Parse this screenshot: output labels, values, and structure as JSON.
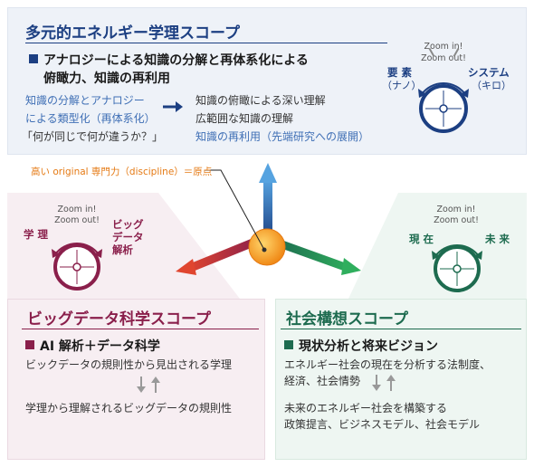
{
  "colors": {
    "blue": "#1c3f82",
    "pink": "#8a1f4b",
    "green": "#1d6b4f",
    "orange": "#e57a14",
    "link_blue": "#3f6fb5"
  },
  "top": {
    "title": "多元的エネルギー学理スコープ",
    "heading_line1": "アナロジーによる知識の分解と再体系化による",
    "heading_line2": "俯瞰力、知識の再利用",
    "left_lines": [
      "知識の分解とアナロジー",
      "による類型化（再体系化）",
      "「何が同じで何が違うか？」"
    ],
    "right_lines": [
      "知識の俯瞰による深い理解",
      "広範囲な知識の理解",
      "知識の再利用（先端研究への展開）"
    ],
    "zoom_in": "Zoom in!",
    "zoom_out": "Zoom out!",
    "label_left": "要 素",
    "label_left_sub": "（ナノ）",
    "label_right": "システム",
    "label_right_sub": "（キロ）"
  },
  "center": {
    "origin_label": "高い original 専門力（discipline）＝原点"
  },
  "left": {
    "title": "ビッグデータ科学スコープ",
    "heading": "AI 解析＋データ科学",
    "line1": "ビックデータの規則性から見出される学理",
    "line2": "学理から理解されるビッグデータの規則性",
    "zoom_in": "Zoom in!",
    "zoom_out": "Zoom out!",
    "label_left": "学 理",
    "label_right": "ビッグデータ解析"
  },
  "right": {
    "title": "社会構想スコープ",
    "heading": "現状分析と将来ビジョン",
    "line1": "エネルギー社会の現在を分析する法制度、",
    "line2": "経済、社会情勢",
    "line3": "未来のエネルギー社会を構築する",
    "line4": "政策提言、ビジネスモデル、社会モデル",
    "zoom_in": "Zoom in!",
    "zoom_out": "Zoom out!",
    "label_left": "現 在",
    "label_right": "未 来"
  }
}
